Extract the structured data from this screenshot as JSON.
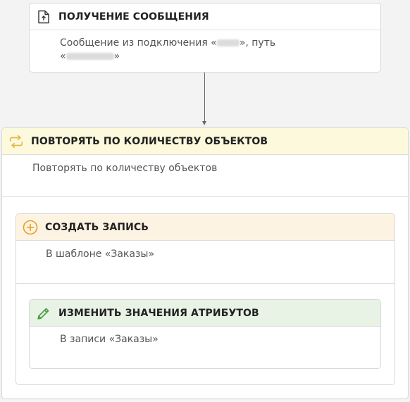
{
  "receive": {
    "icon": "file-upload-icon",
    "title": "ПОЛУЧЕНИЕ СООБЩЕНИЯ",
    "desc_prefix": "Сообщение из подключения «",
    "desc_middle": "», путь",
    "desc_open": "«",
    "desc_close": "»"
  },
  "loop": {
    "icon": "repeat-icon",
    "title": "ПОВТОРЯТЬ ПО КОЛИЧЕСТВУ ОБЪЕКТОВ",
    "desc": "Повторять по количеству объектов",
    "header_bg": "#fdf9dc"
  },
  "create": {
    "icon": "plus-circle-icon",
    "title": "СОЗДАТЬ ЗАПИСЬ",
    "desc": "В шаблоне «Заказы»",
    "header_bg": "#fdf3e3"
  },
  "update": {
    "icon": "pencil-icon",
    "title": "ИЗМЕНИТЬ ЗНАЧЕНИЯ АТРИБУТОВ",
    "desc": "В записи «Заказы»",
    "header_bg": "#e8f3e6"
  },
  "colors": {
    "accent_yellow": "#e2b84a",
    "accent_orange": "#e6a020",
    "accent_green": "#4c9a48",
    "connector": "#666666"
  }
}
